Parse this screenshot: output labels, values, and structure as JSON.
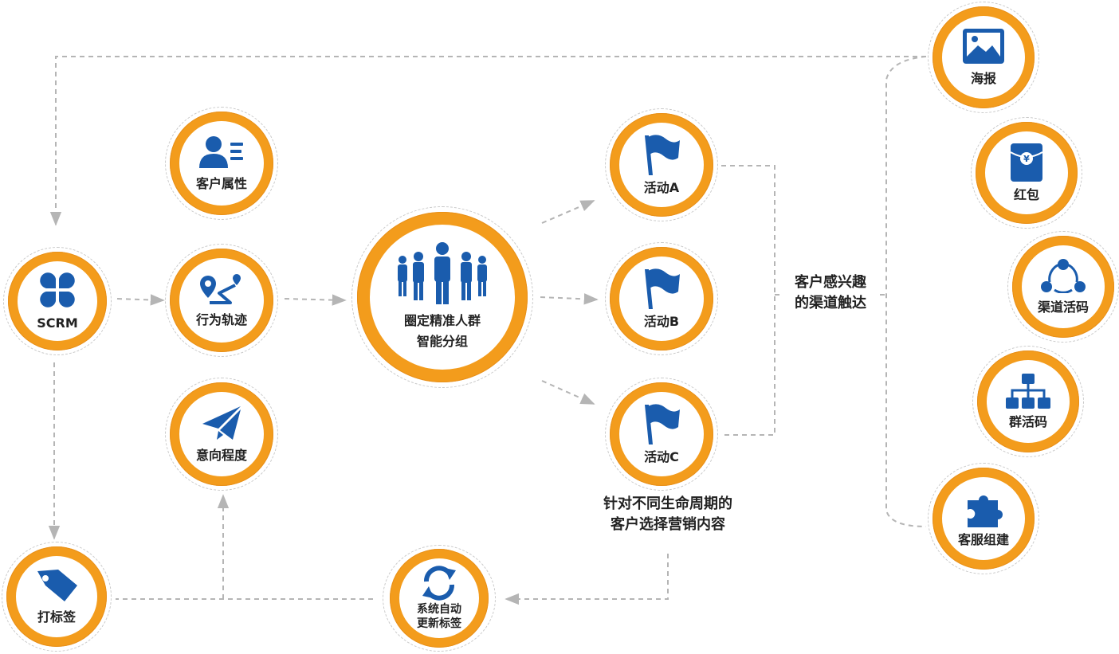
{
  "colors": {
    "ring": "#f39c1c",
    "icon": "#1a5cad",
    "connector": "#b5b5b5"
  },
  "nodes": {
    "scrm": {
      "label": "SCRM",
      "icon": "four-petal-icon"
    },
    "customer_attr": {
      "label": "客户属性",
      "icon": "user-card-icon"
    },
    "behavior": {
      "label": "行为轨迹",
      "icon": "map-route-icon"
    },
    "intent": {
      "label": "意向程度",
      "icon": "paper-plane-icon"
    },
    "targeting": {
      "line1": "圈定精准人群",
      "line2": "智能分组",
      "icon": "crowd-icon"
    },
    "activity_a": {
      "label": "活动A",
      "icon": "flag-icon"
    },
    "activity_b": {
      "label": "活动B",
      "icon": "flag-icon"
    },
    "activity_c": {
      "label": "活动C",
      "icon": "flag-icon"
    },
    "tagging": {
      "label": "打标签",
      "icon": "tag-icon"
    },
    "auto_update": {
      "line1": "系统自动",
      "line2": "更新标签",
      "icon": "refresh-icon"
    },
    "poster": {
      "label": "海报",
      "icon": "image-icon"
    },
    "red_packet": {
      "label": "红包",
      "icon": "red-envelope-icon"
    },
    "channel_code": {
      "label": "渠道活码",
      "icon": "share-icon"
    },
    "group_code": {
      "label": "群活码",
      "icon": "org-chart-icon"
    },
    "service_setup": {
      "label": "客服组建",
      "icon": "puzzle-icon"
    }
  },
  "notes": {
    "interest": {
      "line1": "客户感兴趣",
      "line2": "的渠道触达"
    },
    "lifecycle": {
      "line1": "针对不同生命周期的",
      "line2": "客户选择营销内容"
    }
  }
}
